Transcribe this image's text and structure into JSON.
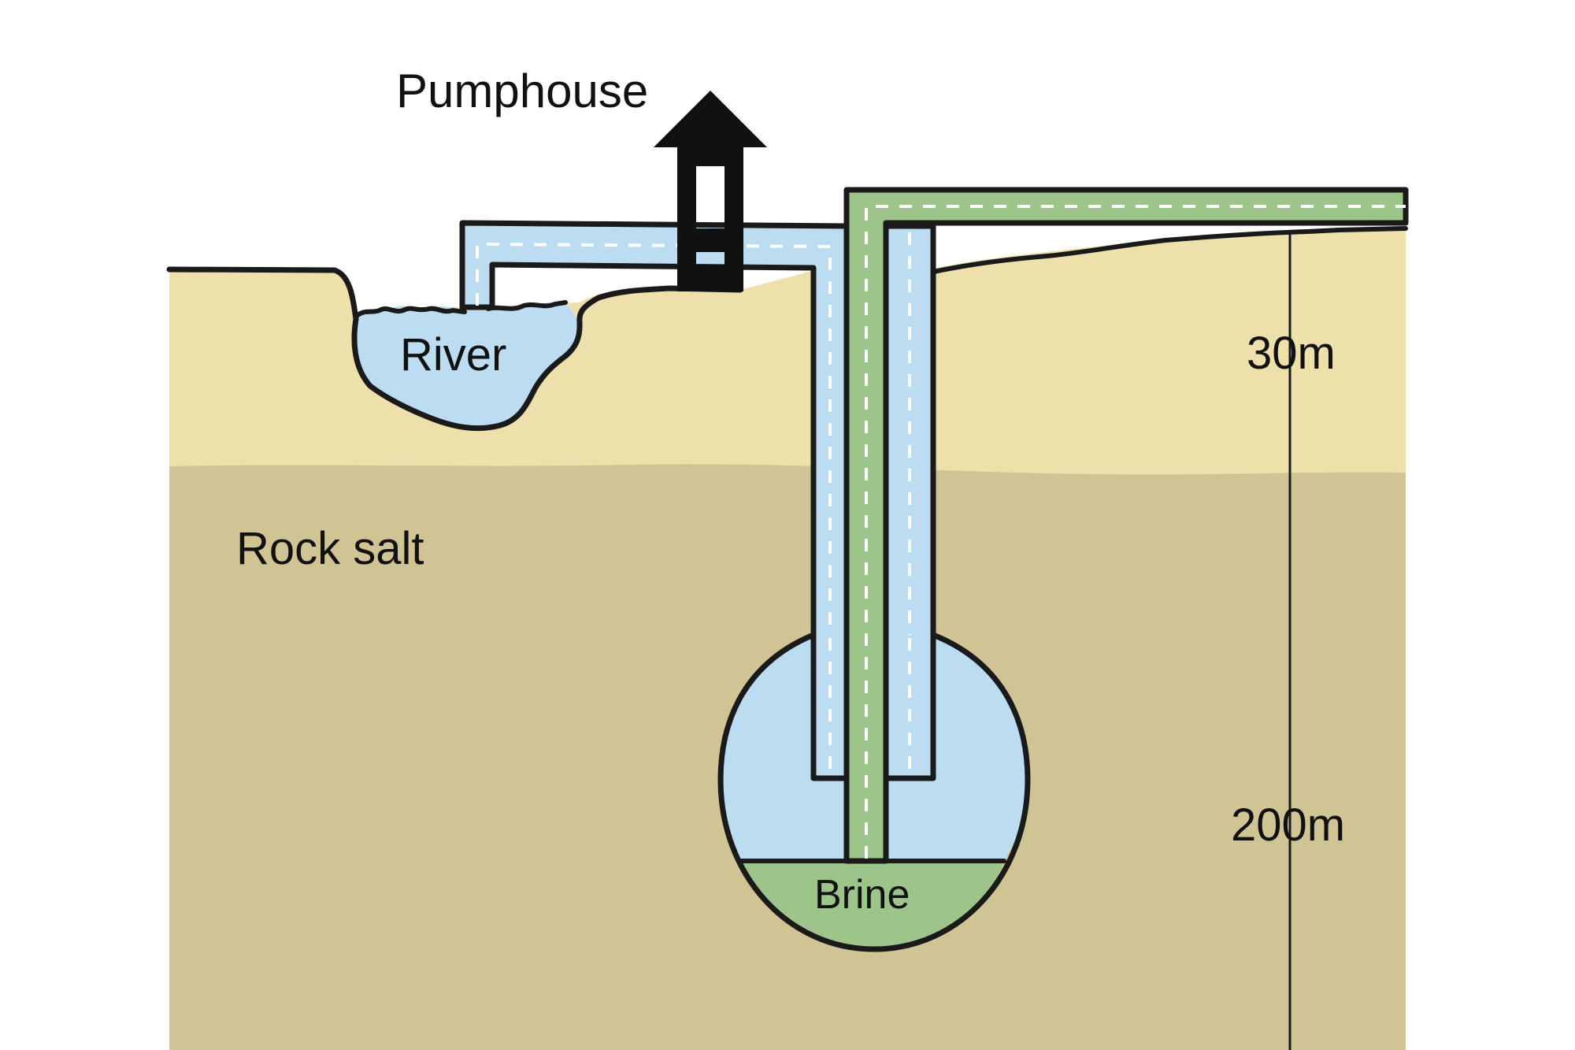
{
  "labels": {
    "pumphouse": "Pumphouse",
    "river": "River",
    "rock_salt": "Rock salt",
    "brine": "Brine",
    "depth_upper": "30m",
    "depth_lower": "200m"
  },
  "colors": {
    "topsoil": "#ede0ab",
    "rock_salt": "#d0c494",
    "fresh_water": "#bcdcf2",
    "brine": "#9dc58a",
    "outline": "#1a1a1a",
    "pumphouse": "#111111"
  }
}
